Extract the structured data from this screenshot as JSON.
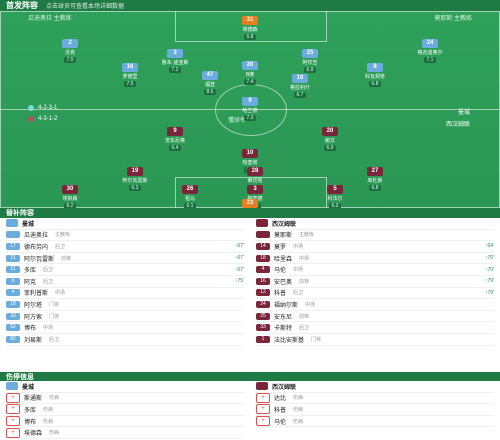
{
  "header": {
    "title": "首发阵容",
    "subtitle": "点击球员可查看本场详细数据"
  },
  "pitch": {
    "home_team": "曼城",
    "away_team": "西汉姆联",
    "home_formation": "4-2-3-1",
    "away_formation": "4-3-1-2",
    "home_coach": "瓜迪奥拉 主教练",
    "away_coach": "莫耶斯 主教练",
    "center_label": "懂球帝"
  },
  "home_players": [
    {
      "num": "31",
      "name": "埃德森",
      "rate": "6.8",
      "gk": true
    },
    {
      "num": "2",
      "name": "沃克",
      "rate": "7.0"
    },
    {
      "num": "3",
      "name": "鲁本·迪亚斯",
      "rate": "7.2"
    },
    {
      "num": "25",
      "name": "阿坎吉",
      "rate": "6.9"
    },
    {
      "num": "24",
      "name": "格瓦迪奥尔",
      "rate": "7.1"
    },
    {
      "num": "16",
      "name": "罗德里",
      "rate": "7.5"
    },
    {
      "num": "8",
      "name": "科瓦契奇",
      "rate": "6.8"
    },
    {
      "num": "20",
      "name": "B席",
      "rate": "7.4"
    },
    {
      "num": "47",
      "name": "福登",
      "rate": "8.6"
    },
    {
      "num": "10",
      "name": "格拉利什",
      "rate": "6.7"
    },
    {
      "num": "9",
      "name": "哈兰德",
      "rate": "7.3"
    }
  ],
  "away_players": [
    {
      "num": "9",
      "name": "安东尼奥",
      "rate": "6.4"
    },
    {
      "num": "20",
      "name": "鲍文",
      "rate": "6.9"
    },
    {
      "num": "10",
      "name": "帕奎塔",
      "rate": "6.6"
    },
    {
      "num": "19",
      "name": "阿尔瓦雷斯",
      "rate": "6.3"
    },
    {
      "num": "28",
      "name": "索切克",
      "rate": "6.5"
    },
    {
      "num": "27",
      "name": "库杜斯",
      "rate": "6.8"
    },
    {
      "num": "30",
      "name": "埃默森",
      "rate": "6.2"
    },
    {
      "num": "26",
      "name": "祖马",
      "rate": "6.1"
    },
    {
      "num": "3",
      "name": "阿奎德",
      "rate": "6.0"
    },
    {
      "num": "5",
      "name": "科法尔",
      "rate": "6.3"
    },
    {
      "num": "23",
      "name": "阿雷奥拉",
      "rate": "6.7",
      "gk": true
    }
  ],
  "subs": {
    "title": "替补阵容",
    "home": [
      {
        "num": "",
        "name": "曼城",
        "pos": "",
        "team": true
      },
      {
        "num": "",
        "name": "瓜迪奥拉",
        "pos": "主教练"
      },
      {
        "num": "17",
        "name": "德布劳内",
        "pos": "后卫",
        "ev": "↑67'"
      },
      {
        "num": "21",
        "name": "阿尔瓦雷斯",
        "pos": "前锋",
        "ev": "↑67'"
      },
      {
        "num": "11",
        "name": "多库",
        "pos": "后卫",
        "ev": "↑67'"
      },
      {
        "num": "6",
        "name": "阿克",
        "pos": "后卫",
        "ev": "↑75'"
      },
      {
        "num": "4",
        "name": "菲利普斯",
        "pos": "中场"
      },
      {
        "num": "18",
        "name": "阿尔塔",
        "pos": "门将"
      },
      {
        "num": "33",
        "name": "阿方索",
        "pos": "门将"
      },
      {
        "num": "52",
        "name": "博布",
        "pos": "中场"
      },
      {
        "num": "82",
        "name": "刘易斯",
        "pos": "后卫"
      }
    ],
    "away": [
      {
        "num": "",
        "name": "西汉姆联",
        "pos": "",
        "team": true
      },
      {
        "num": "",
        "name": "莫耶斯",
        "pos": "主教练"
      },
      {
        "num": "14",
        "name": "莫罗",
        "pos": "中场",
        "ev": "↑64'"
      },
      {
        "num": "18",
        "name": "哈里森",
        "pos": "中场",
        "ev": "↑70'"
      },
      {
        "num": "4",
        "name": "马伦",
        "pos": "中场",
        "ev": "↑70'"
      },
      {
        "num": "16",
        "name": "安巴奥",
        "pos": "前锋",
        "ev": "↑79'"
      },
      {
        "num": "12",
        "name": "科普",
        "pos": "后卫",
        "ev": "↑79'"
      },
      {
        "num": "24",
        "name": "福纳尔斯",
        "pos": "中场"
      },
      {
        "num": "25",
        "name": "安东尼",
        "pos": "前锋"
      },
      {
        "num": "33",
        "name": "卡斯特",
        "pos": "后卫"
      },
      {
        "num": "1",
        "name": "法比安斯基",
        "pos": "门将"
      }
    ]
  },
  "injuries": {
    "title": "伤停信息",
    "home": [
      {
        "name": "曼城",
        "team": true
      },
      {
        "name": "斯通斯",
        "reason": "伤病"
      },
      {
        "name": "多库",
        "reason": "伤病"
      },
      {
        "name": "博布",
        "reason": "伤病"
      },
      {
        "name": "埃德森",
        "reason": "伤病"
      }
    ],
    "away": [
      {
        "name": "西汉姆联",
        "team": true
      },
      {
        "name": "达比",
        "reason": "伤病"
      },
      {
        "name": "科普",
        "reason": "伤病"
      },
      {
        "name": "马伦",
        "reason": "伤病"
      }
    ]
  },
  "colors": {
    "home": "#6cabdd",
    "away": "#7a263a",
    "pitch": "#2ea05a",
    "header": "#1f7a44"
  }
}
